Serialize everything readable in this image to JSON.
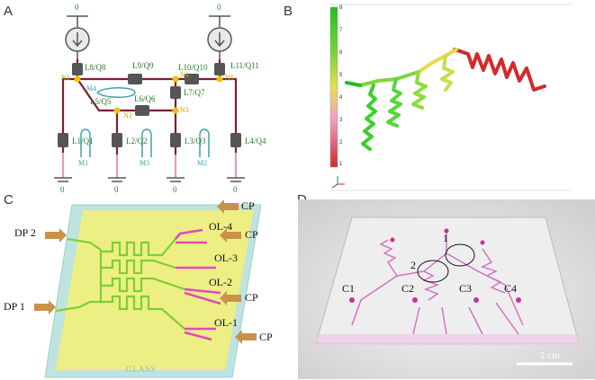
{
  "panels": {
    "a": {
      "letter": "A"
    },
    "b": {
      "letter": "B"
    },
    "c": {
      "letter": "C"
    },
    "d": {
      "letter": "D"
    }
  },
  "circuit": {
    "source_top_left": "0",
    "source_top_right": "0",
    "ground_1": "0",
    "ground_2": "0",
    "ground_3": "0",
    "ground_4": "0",
    "branches": {
      "l8": "L8/Q8",
      "l9": "L9/Q9",
      "l10": "L10/Q10",
      "l11": "L11/Q11",
      "l5": "L5/Q5",
      "l6": "L6/Q6",
      "l7": "L7/Q7",
      "l1": "L1/Q1",
      "l2": "L2/Q2",
      "l3": "L3/Q3",
      "l4": "L4/Q4"
    },
    "nodes": {
      "n1": "N1",
      "n2": "N2",
      "n3": "N3",
      "n4": "N4",
      "n5": "N5"
    },
    "meanders": {
      "m1": "M1",
      "m2": "M2",
      "m3": "M3",
      "m4": "M4"
    }
  },
  "colorbar": {
    "ticks": [
      "8",
      "7",
      "6",
      "5",
      "4",
      "3",
      "2",
      "1"
    ],
    "gradient": [
      "#1fbf1f",
      "#7fd63a",
      "#e8e04a",
      "#f0a0c8",
      "#d22a2a"
    ]
  },
  "chip": {
    "dp2": "DP 2",
    "dp1": "DP 1",
    "cp_labels": [
      "CP",
      "CP",
      "CP",
      "CP"
    ],
    "ol": [
      "OL-4",
      "OL-3",
      "OL-2",
      "OL-1"
    ],
    "glass": "GLASS"
  },
  "photo": {
    "c_labels": [
      "C1",
      "C2",
      "C3",
      "C4"
    ],
    "zones": [
      "1",
      "2"
    ],
    "scale": "2 cm"
  }
}
